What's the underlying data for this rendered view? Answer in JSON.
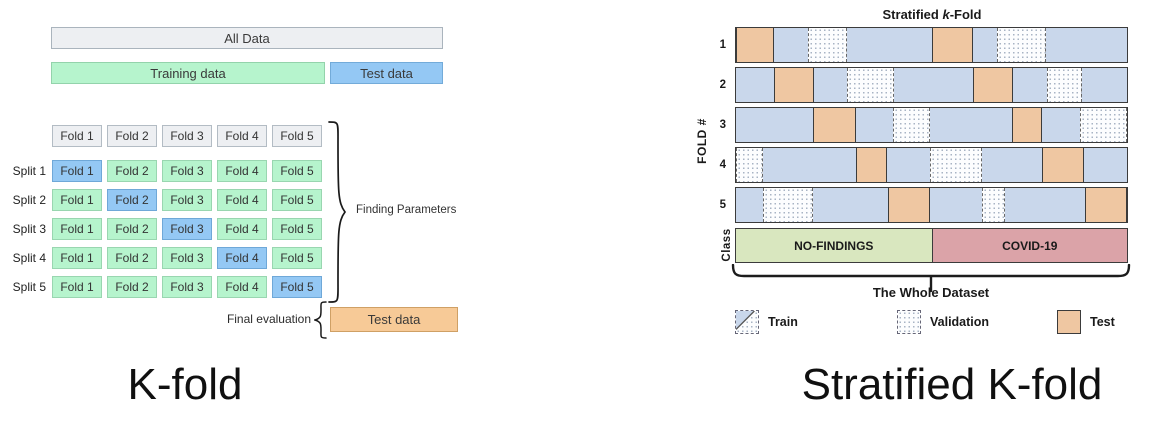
{
  "left_panel": {
    "all_data": "All Data",
    "training": "Training data",
    "test": "Test data",
    "fold_headers": [
      "Fold 1",
      "Fold 2",
      "Fold 3",
      "Fold 4",
      "Fold 5"
    ],
    "splits": [
      {
        "label": "Split 1",
        "folds": [
          "Fold 1",
          "Fold 2",
          "Fold 3",
          "Fold 4",
          "Fold 5"
        ],
        "test_fold": 0
      },
      {
        "label": "Split 2",
        "folds": [
          "Fold 1",
          "Fold 2",
          "Fold 3",
          "Fold 4",
          "Fold 5"
        ],
        "test_fold": 1
      },
      {
        "label": "Split 3",
        "folds": [
          "Fold 1",
          "Fold 2",
          "Fold 3",
          "Fold 4",
          "Fold 5"
        ],
        "test_fold": 2
      },
      {
        "label": "Split 4",
        "folds": [
          "Fold 1",
          "Fold 2",
          "Fold 3",
          "Fold 4",
          "Fold 5"
        ],
        "test_fold": 3
      },
      {
        "label": "Split 5",
        "folds": [
          "Fold 1",
          "Fold 2",
          "Fold 3",
          "Fold 4",
          "Fold 5"
        ],
        "test_fold": 4
      }
    ],
    "brace_label": "Finding Parameters",
    "final_label": "Final evaluation",
    "final_box": "Test data",
    "caption": "K-fold"
  },
  "right_panel": {
    "title": {
      "prefix": "Stratified ",
      "italic": "k",
      "suffix": "-Fold"
    },
    "axis_label": "FOLD #",
    "fold_rows": [
      {
        "label": "1",
        "segments": [
          [
            "test",
            9.7
          ],
          [
            "train",
            8.6
          ],
          [
            "validation",
            10.2
          ],
          [
            "train",
            21.6
          ],
          [
            "test",
            10.5
          ],
          [
            "train",
            6.1
          ],
          [
            "validation",
            12.7
          ],
          [
            "train",
            20.6
          ]
        ]
      },
      {
        "label": "2",
        "segments": [
          [
            "train",
            9.7
          ],
          [
            "test",
            10.2
          ],
          [
            "train",
            8.4
          ],
          [
            "validation",
            12.0
          ],
          [
            "train",
            20.4
          ],
          [
            "test",
            10.2
          ],
          [
            "train",
            8.7
          ],
          [
            "validation",
            8.9
          ],
          [
            "train",
            11.5
          ]
        ]
      },
      {
        "label": "3",
        "segments": [
          [
            "train",
            19.8
          ],
          [
            "test",
            10.9
          ],
          [
            "train",
            9.4
          ],
          [
            "validation",
            9.4
          ],
          [
            "train",
            21.1
          ],
          [
            "test",
            7.6
          ],
          [
            "train",
            9.9
          ],
          [
            "validation",
            11.9
          ]
        ]
      },
      {
        "label": "4",
        "segments": [
          [
            "validation",
            6.9
          ],
          [
            "train",
            23.7
          ],
          [
            "test",
            8.1
          ],
          [
            "train",
            10.9
          ],
          [
            "validation",
            13.2
          ],
          [
            "train",
            15.5
          ],
          [
            "test",
            10.7
          ],
          [
            "train",
            11.0
          ]
        ]
      },
      {
        "label": "5",
        "segments": [
          [
            "train",
            6.9
          ],
          [
            "validation",
            12.7
          ],
          [
            "train",
            19.3
          ],
          [
            "test",
            10.7
          ],
          [
            "train",
            13.2
          ],
          [
            "validation",
            5.9
          ],
          [
            "train",
            20.6
          ],
          [
            "test",
            10.7
          ]
        ]
      }
    ],
    "class_label": "Class",
    "classes": [
      {
        "label": "NO-FINDINGS",
        "width": 50,
        "color": "#d9e7bf"
      },
      {
        "label": "COVID-19",
        "width": 50,
        "color": "#dba3a8"
      }
    ],
    "dataset_label": "The Whole Dataset",
    "legend": [
      {
        "type": "train",
        "label": "Train"
      },
      {
        "type": "validation",
        "label": "Validation"
      },
      {
        "type": "test",
        "label": "Test"
      }
    ],
    "caption": "Stratified K-fold"
  },
  "colors": {
    "kfold_gray": "#edeff2",
    "kfold_green": "#b6f4cd",
    "kfold_blue": "#94c8f4",
    "kfold_orange": "#f7ca97",
    "strat_train": "#c9d7eb",
    "strat_test": "#efc7a2",
    "validation_dot": "#a8b4c4",
    "class_green": "#d9e7bf",
    "class_red": "#dba3a8"
  }
}
